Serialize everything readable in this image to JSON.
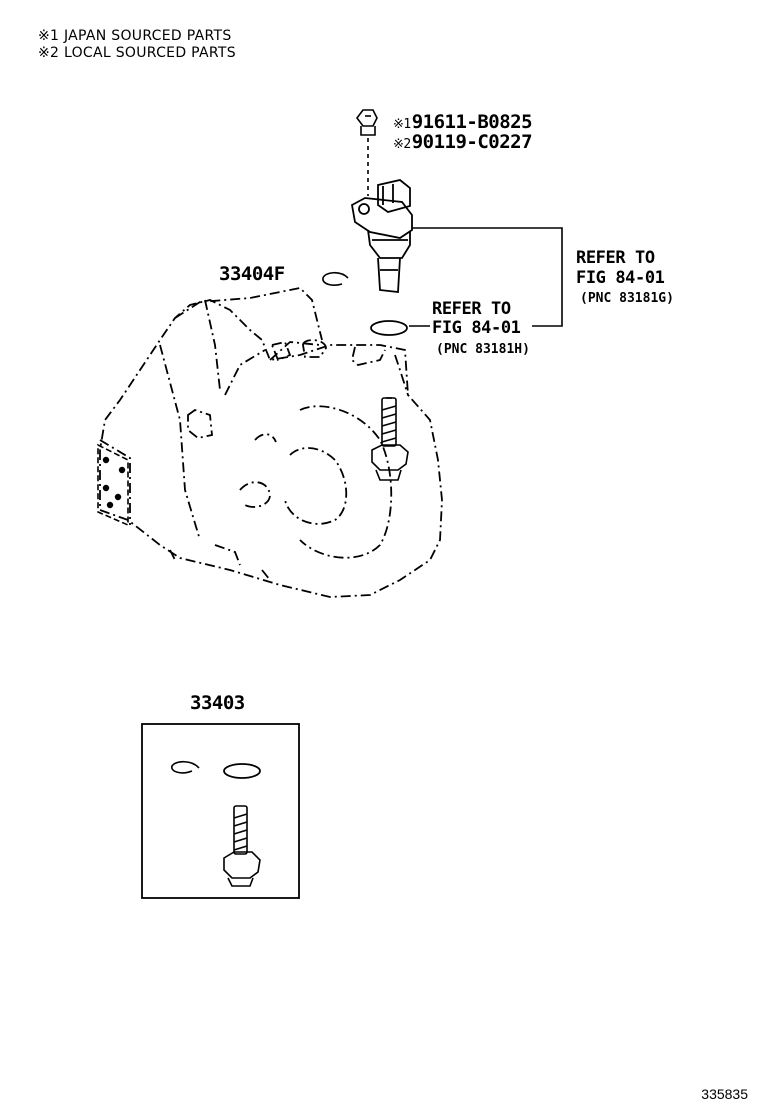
{
  "notes": [
    "※1 JAPAN SOURCED PARTS",
    "※2 LOCAL SOURCED PARTS"
  ],
  "callouts": {
    "bolt_japan": {
      "mark": "※1",
      "part": "91611-B0825"
    },
    "bolt_local": {
      "mark": "※2",
      "part": "90119-C0227"
    },
    "clip": "33404F",
    "kit": "33403"
  },
  "references": {
    "sensor": {
      "line1": "REFER TO",
      "line2": "FIG 84-01",
      "pnc": "(PNC 83181G)"
    },
    "oring": {
      "line1": "REFER TO",
      "line2": "FIG 84-01",
      "pnc": "(PNC 83181H)"
    }
  },
  "illustration_code": "335835"
}
